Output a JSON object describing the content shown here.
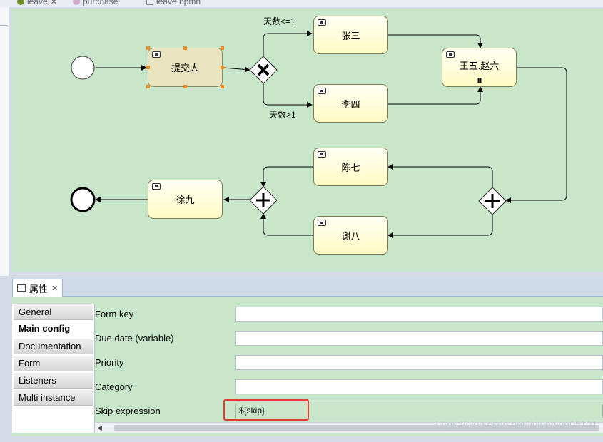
{
  "editor_tabs": [
    {
      "label": "leave"
    },
    {
      "label": "purchase"
    },
    {
      "label": "leave.bpmn"
    }
  ],
  "diagram": {
    "tasks": {
      "submit": "提交人",
      "zhangsan": "张三",
      "lisi": "李四",
      "wangwu": "王五.赵六",
      "chenqi": "陈七",
      "xieba": "谢八",
      "xujiu": "徐九"
    },
    "flow_labels": {
      "upper": "天数<=1",
      "lower": "天数>1"
    },
    "multi_instance_marker": "III"
  },
  "properties": {
    "tab_label": "属性",
    "nav": [
      "General",
      "Main config",
      "Documentation",
      "Form",
      "Listeners",
      "Multi instance"
    ],
    "active_nav": "Main config",
    "fields": [
      {
        "label": "Form key",
        "value": ""
      },
      {
        "label": "Due date (variable)",
        "value": ""
      },
      {
        "label": "Priority",
        "value": ""
      },
      {
        "label": "Category",
        "value": ""
      },
      {
        "label": "Skip expression",
        "value": "${skip}"
      }
    ]
  },
  "watermark": "https://blog.csdn.net/liuwenjun05101",
  "colors": {
    "canvas_bg": "#c8e6c9",
    "task_fill": "#fffbc4",
    "selection_handle": "#f08a1c",
    "highlight_box": "#e53935"
  }
}
